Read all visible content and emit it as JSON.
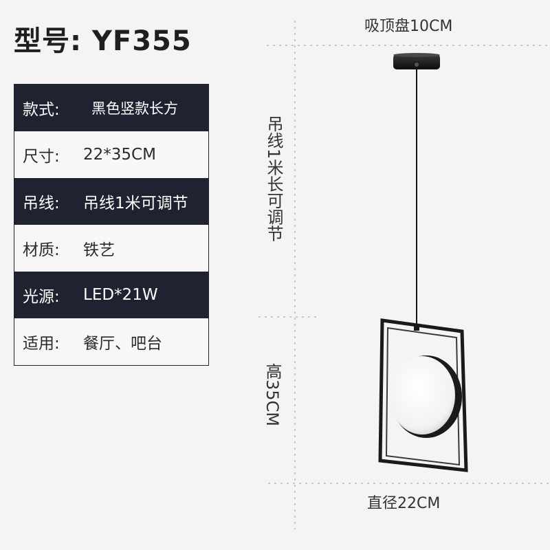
{
  "model": {
    "title": "型号: YF355"
  },
  "specs": [
    {
      "label": "款式:",
      "value": "黑色竖款长方",
      "style": "dark"
    },
    {
      "label": "尺寸:",
      "value": "22*35CM",
      "style": "light"
    },
    {
      "label": "吊线:",
      "value": "吊线1米可调节",
      "style": "dark"
    },
    {
      "label": "材质:",
      "value": "铁艺",
      "style": "light"
    },
    {
      "label": "光源:",
      "value": "LED*21W",
      "style": "dark"
    },
    {
      "label": "适用:",
      "value": "餐厅、吧台",
      "style": "light"
    }
  ],
  "dimensions": {
    "canopy": "吸顶盘10CM",
    "cord": "吊线1米长可调节",
    "height": "高35CM",
    "width": "直径22CM"
  },
  "colors": {
    "dark_row": "#1f2230",
    "light_row": "#f7f7f7",
    "lamp_frame": "#1a1a1a",
    "background": "#f4f4f4"
  }
}
